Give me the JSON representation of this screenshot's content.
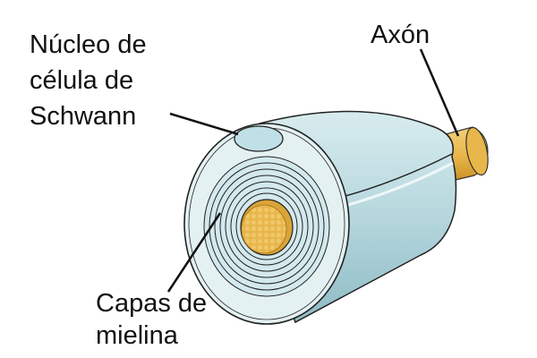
{
  "labels": {
    "schwann_nucleus": [
      "Núcleo de",
      "célula de",
      "Schwann"
    ],
    "axon": "Axón",
    "myelin_layers": [
      "Capas de",
      "mielina"
    ]
  },
  "colors": {
    "sheath": "#c9e3e8",
    "sheath_light": "#e6f3f5",
    "axon": "#e8b64a",
    "outline": "#222222"
  }
}
